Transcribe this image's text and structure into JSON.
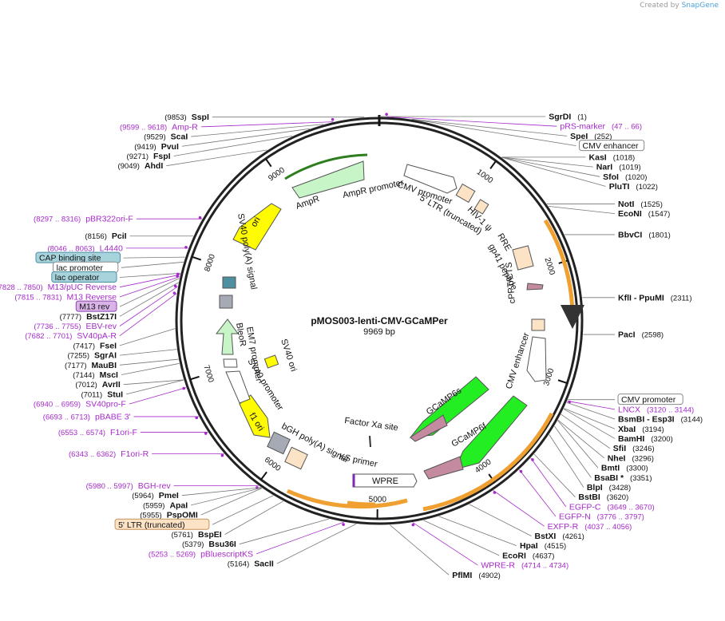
{
  "title": "pMOS003-lenti-CMV-GCaMPer",
  "size_label": "9969 bp",
  "credit_prefix": "Created by",
  "credit_brand": "SnapGene",
  "ticks": [
    {
      "label": "1000",
      "bp": 1000
    },
    {
      "label": "2000",
      "bp": 2000
    },
    {
      "label": "3000",
      "bp": 3000
    },
    {
      "label": "4000",
      "bp": 4000
    },
    {
      "label": "5000",
      "bp": 5000
    },
    {
      "label": "6000",
      "bp": 6000
    },
    {
      "label": "7000",
      "bp": 7000
    },
    {
      "label": "8000",
      "bp": 8000
    },
    {
      "label": "9000",
      "bp": 9000
    }
  ],
  "enzymes": [
    {
      "name": "SgrDI",
      "pos": "(1)",
      "bp": 1
    },
    {
      "name": "SpeI",
      "pos": "(252)",
      "bp": 252
    },
    {
      "name": "KasI",
      "pos": "(1018)",
      "bp": 1018
    },
    {
      "name": "NarI",
      "pos": "(1019)",
      "bp": 1019
    },
    {
      "name": "SfoI",
      "pos": "(1020)",
      "bp": 1020
    },
    {
      "name": "PluTI",
      "pos": "(1022)",
      "bp": 1022
    },
    {
      "name": "NotI",
      "pos": "(1525)",
      "bp": 1525
    },
    {
      "name": "EcoNI",
      "pos": "(1547)",
      "bp": 1547
    },
    {
      "name": "BbvCI",
      "pos": "(1801)",
      "bp": 1801
    },
    {
      "name": "KflI - PpuMI",
      "pos": "(2311)",
      "bp": 2311
    },
    {
      "name": "PacI",
      "pos": "(2598)",
      "bp": 2598
    },
    {
      "name": "BsmBI - Esp3I",
      "pos": "(3144)",
      "bp": 3144
    },
    {
      "name": "XbaI",
      "pos": "(3194)",
      "bp": 3194
    },
    {
      "name": "BamHI",
      "pos": "(3200)",
      "bp": 3200
    },
    {
      "name": "SfiI",
      "pos": "(3246)",
      "bp": 3246
    },
    {
      "name": "NheI",
      "pos": "(3296)",
      "bp": 3296
    },
    {
      "name": "BmtI",
      "pos": "(3300)",
      "bp": 3300
    },
    {
      "name": "BsaBI *",
      "pos": "(3351)",
      "bp": 3351
    },
    {
      "name": "BlpI",
      "pos": "(3428)",
      "bp": 3428
    },
    {
      "name": "BstBI",
      "pos": "(3620)",
      "bp": 3620
    },
    {
      "name": "BstXI",
      "pos": "(4261)",
      "bp": 4261
    },
    {
      "name": "HpaI",
      "pos": "(4515)",
      "bp": 4515
    },
    {
      "name": "EcoRI",
      "pos": "(4637)",
      "bp": 4637
    },
    {
      "name": "PflMI",
      "pos": "(4902)",
      "bp": 4902
    },
    {
      "name": "SacII",
      "pos": "(5164)",
      "bp": 5164
    },
    {
      "name": "Bsu36I",
      "pos": "(5379)",
      "bp": 5379
    },
    {
      "name": "BspEI",
      "pos": "(5761)",
      "bp": 5761
    },
    {
      "name": "PspOMI",
      "pos": "(5955)",
      "bp": 5955
    },
    {
      "name": "ApaI",
      "pos": "(5959)",
      "bp": 5959
    },
    {
      "name": "PmeI",
      "pos": "(5964)",
      "bp": 5964
    },
    {
      "name": "StuI",
      "pos": "(7011)",
      "bp": 7011
    },
    {
      "name": "AvrII",
      "pos": "(7012)",
      "bp": 7012
    },
    {
      "name": "MscI",
      "pos": "(7144)",
      "bp": 7144
    },
    {
      "name": "MauBI",
      "pos": "(7177)",
      "bp": 7177
    },
    {
      "name": "SgrAI",
      "pos": "(7255)",
      "bp": 7255
    },
    {
      "name": "FseI",
      "pos": "(7417)",
      "bp": 7417
    },
    {
      "name": "BstZ17I",
      "pos": "(7777)",
      "bp": 7777
    },
    {
      "name": "PciI",
      "pos": "(8156)",
      "bp": 8156
    },
    {
      "name": "AhdI",
      "pos": "(9049)",
      "bp": 9049
    },
    {
      "name": "FspI",
      "pos": "(9271)",
      "bp": 9271
    },
    {
      "name": "PvuI",
      "pos": "(9419)",
      "bp": 9419
    },
    {
      "name": "ScaI",
      "pos": "(9529)",
      "bp": 9529
    },
    {
      "name": "SspI",
      "pos": "(9853)",
      "bp": 9853
    }
  ],
  "primers": [
    {
      "name": "pRS-marker",
      "range": "(47 .. 66)",
      "bp": 56
    },
    {
      "name": "LNCX",
      "range": "(3120 .. 3144)",
      "bp": 3132
    },
    {
      "name": "EGFP-C",
      "range": "(3649 .. 3670)",
      "bp": 3660
    },
    {
      "name": "EGFP-N",
      "range": "(3776 .. 3797)",
      "bp": 3787
    },
    {
      "name": "EXFP-R",
      "range": "(4037 .. 4056)",
      "bp": 4046
    },
    {
      "name": "WPRE-R",
      "range": "(4714 .. 4734)",
      "bp": 4724
    },
    {
      "name": "pBluescriptKS",
      "range": "(5253 .. 5269)",
      "bp": 5261
    },
    {
      "name": "BGH-rev",
      "range": "(5980 .. 5997)",
      "bp": 5988
    },
    {
      "name": "F1ori-R",
      "range": "(6343 .. 6362)",
      "bp": 6352
    },
    {
      "name": "F1ori-F",
      "range": "(6553 .. 6574)",
      "bp": 6563
    },
    {
      "name": "pBABE 3'",
      "range": "(6693 .. 6713)",
      "bp": 6703
    },
    {
      "name": "SV40pro-F",
      "range": "(6940 .. 6959)",
      "bp": 6949
    },
    {
      "name": "SV40pA-R",
      "range": "(7682 .. 7701)",
      "bp": 7691
    },
    {
      "name": "EBV-rev",
      "range": "(7736 .. 7755)",
      "bp": 7745
    },
    {
      "name": "M13 Reverse",
      "range": "(7815 .. 7831)",
      "bp": 7823
    },
    {
      "name": "M13/pUC Reverse",
      "range": "(7828 .. 7850)",
      "bp": 7839
    },
    {
      "name": "L4440",
      "range": "(8046 .. 8063)",
      "bp": 8054
    },
    {
      "name": "pBR322ori-F",
      "range": "(8297 .. 8316)",
      "bp": 8306
    },
    {
      "name": "Amp-R",
      "range": "(9599 .. 9618)",
      "bp": 9608
    }
  ],
  "feature_boxes": [
    {
      "name": "CMV enhancer",
      "bp": 260,
      "fill": "#ffffff",
      "stroke": "#888888"
    },
    {
      "name": "CMV promoter",
      "bp": 3120,
      "fill": "#ffffff",
      "stroke": "#888888"
    },
    {
      "name": "5' LTR (truncated)",
      "bp": 5850,
      "fill": "#fde3c6",
      "stroke": "#c8925a"
    },
    {
      "name": "CAP binding site",
      "bp": 7980,
      "fill": "#a7d3dd",
      "stroke": "#4e8fa0"
    },
    {
      "name": "lac promoter",
      "bp": 7940,
      "fill": "#ffffff",
      "stroke": "#888888"
    },
    {
      "name": "lac operator",
      "bp": 7850,
      "fill": "#a7d3dd",
      "stroke": "#4e8fa0"
    },
    {
      "name": "M13 rev",
      "bp": 7810,
      "fill": "#d9b3e8",
      "stroke": "#8e44ad"
    }
  ],
  "inner_labels": [
    "AmpR",
    "AmpR promoter",
    "CMV promoter",
    "5' LTR (truncated)",
    "HIV-1 ψ",
    "RRE",
    "gp41 peptide",
    "cPPT/CTS",
    "CMV enhancer",
    "GCaMP6s",
    "GCaMP6f",
    "Factor Xa site",
    "KS primer",
    "WPRE",
    "bGH poly(A) signal",
    "f1 ori",
    "SV40 promoter",
    "EM7 promoter",
    "BleoR",
    "SV40 ori",
    "SV40 poly(A) signal",
    "ori"
  ],
  "colors": {
    "primer": "#a52ac9",
    "enzyme": "#111111",
    "amp": "#c8f5c8",
    "ori": "#fffb00",
    "gfp": "#22ee22",
    "calm": "#c48aa0",
    "ltr": "#fde3c6",
    "orange_arc": "#f0a030"
  }
}
